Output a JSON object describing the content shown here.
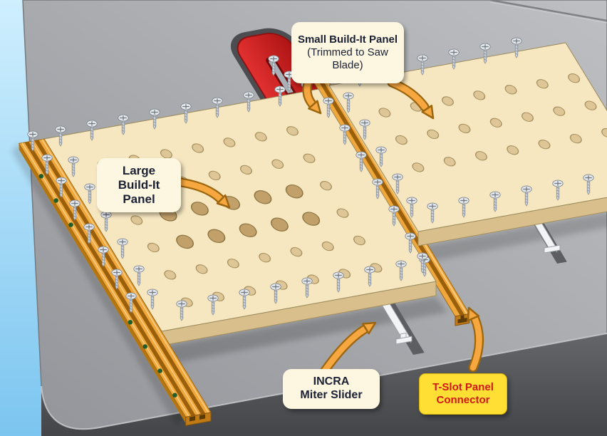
{
  "illustration": {
    "labels": {
      "small_panel": {
        "title": "Small Build-It Panel",
        "subtitle": "(Trimmed to Saw Blade)"
      },
      "large_panel": {
        "text": "Large\nBuild-It\nPanel"
      },
      "miter_slider": {
        "text": "INCRA\nMiter Slider"
      },
      "t_slot": {
        "text": "T-Slot Panel\nConnector"
      }
    },
    "colors": {
      "background_top": "#cfeffe",
      "background_bottom": "#7cc5f0",
      "table_gray": "#a4a6a9",
      "panel_cream": "#f6e7c1",
      "track_orange": "#f0a73c",
      "throat_plate_red": "#d42222",
      "label_cream_bg": "#fdf6e1",
      "label_yellow_bg": "#ffdf33",
      "label_text_dark": "#1b2134",
      "label_text_red": "#d31717",
      "arrow_orange": "#f7a73f"
    }
  }
}
